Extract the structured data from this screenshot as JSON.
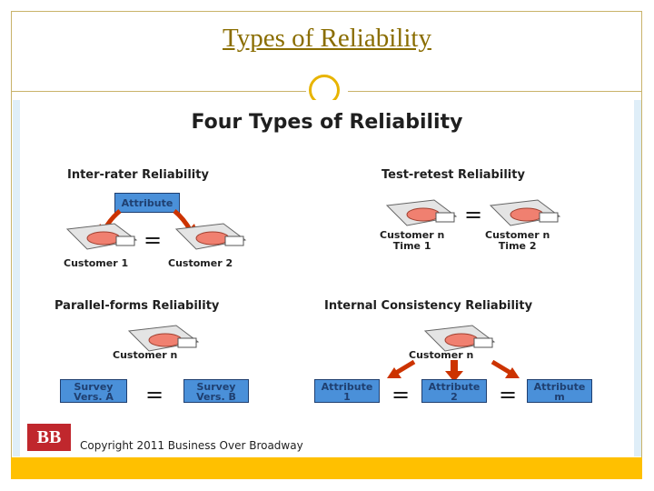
{
  "slide_title": "Types of Reliability",
  "figure": {
    "heading": "Four Types of Reliability",
    "inter_rater": {
      "title": "Inter-rater Reliability",
      "top_box": "Attribute",
      "left_label": "Customer 1",
      "right_label": "Customer 2",
      "equals": "="
    },
    "test_retest": {
      "title": "Test-retest Reliability",
      "left_label_1": "Customer n",
      "left_label_2": "Time 1",
      "right_label_1": "Customer n",
      "right_label_2": "Time 2",
      "equals": "="
    },
    "parallel_forms": {
      "title": "Parallel-forms Reliability",
      "top_label": "Customer n",
      "left_box_1": "Survey",
      "left_box_2": "Vers. A",
      "right_box_1": "Survey",
      "right_box_2": "Vers. B",
      "equals": "="
    },
    "internal_consistency": {
      "title": "Internal Consistency Reliability",
      "top_label": "Customer n",
      "box1_1": "Attribute",
      "box1_2": "1",
      "box2_1": "Attribute",
      "box2_2": "2",
      "box3_1": "Attribute",
      "box3_2": "m",
      "equals": "="
    },
    "logo_text": "BB",
    "copyright": "Copyright 2011 Business Over Broadway"
  },
  "colors": {
    "accent": "#ffc000",
    "box_blue": "#4a90d9",
    "arrow_red": "#cc3300",
    "logo_red": "#c0272d"
  }
}
